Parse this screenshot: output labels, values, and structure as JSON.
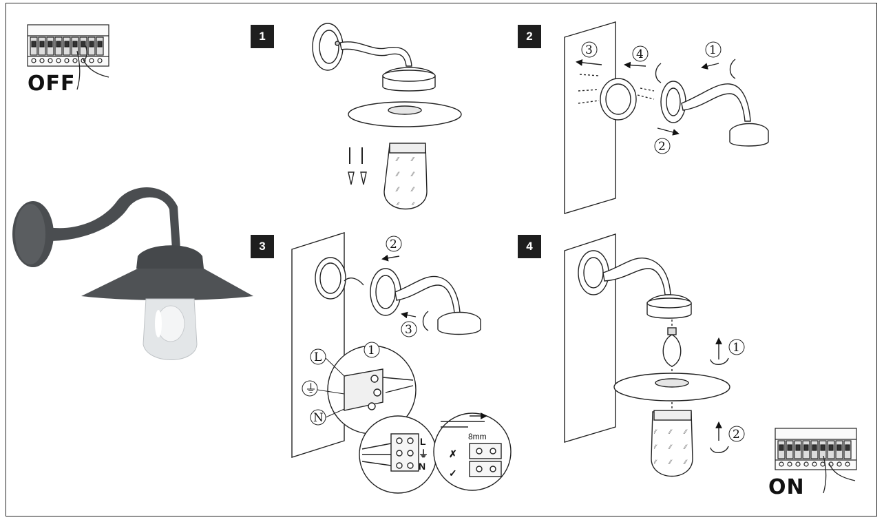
{
  "power": {
    "off_label": "OFF",
    "on_label": "ON"
  },
  "steps": [
    {
      "number": "1"
    },
    {
      "number": "2"
    },
    {
      "number": "3"
    },
    {
      "number": "4"
    }
  ],
  "step2_markers": [
    "1",
    "2",
    "3",
    "4"
  ],
  "step3_markers": [
    "1",
    "2",
    "3"
  ],
  "step4_markers": [
    "1",
    "2"
  ],
  "wiring": {
    "live": "L",
    "neutral": "N",
    "earth_symbol": "⏚",
    "strip_length": "8mm",
    "wrong_mark": "✗",
    "right_mark": "✓"
  },
  "colors": {
    "badge_bg": "#1e1e1e",
    "line": "#222222",
    "lamp_body": "#4a4d50"
  }
}
